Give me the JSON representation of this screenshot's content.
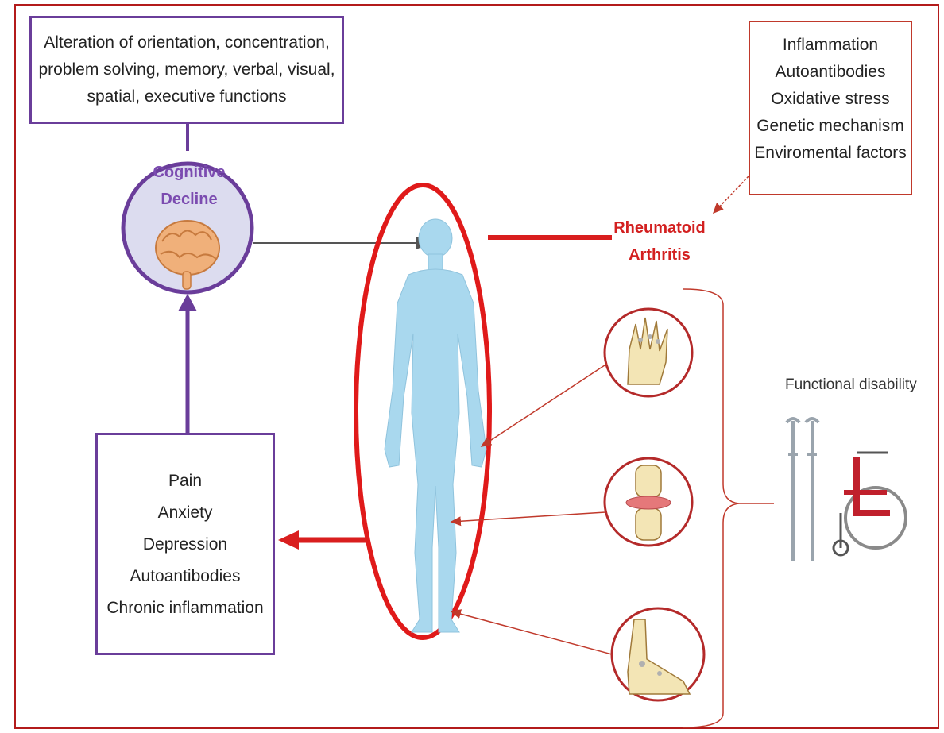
{
  "top_box": {
    "lines": [
      "Alteration of orientation, concentration,",
      "problem solving, memory, verbal, visual,",
      "spatial, executive functions"
    ]
  },
  "cognitive_decline": {
    "lines": [
      "Cognitive",
      "Decline"
    ]
  },
  "right_box": {
    "lines": [
      "Inflammation",
      "Autoantibodies",
      "Oxidative stress",
      "Genetic mechanism",
      "Enviromental factors"
    ]
  },
  "rheumatoid_arthritis": {
    "lines": [
      "Rheumatoid",
      "Arthritis"
    ]
  },
  "left_box": {
    "lines": [
      "Pain",
      "Anxiety",
      "Depression",
      "Autoantibodies",
      "Chronic inflammation"
    ]
  },
  "functional_disability": {
    "label": "Functional disability"
  },
  "colors": {
    "purple": "#6a3d9a",
    "red": "#d91e1e",
    "body_blue": "#a9d8ee"
  }
}
